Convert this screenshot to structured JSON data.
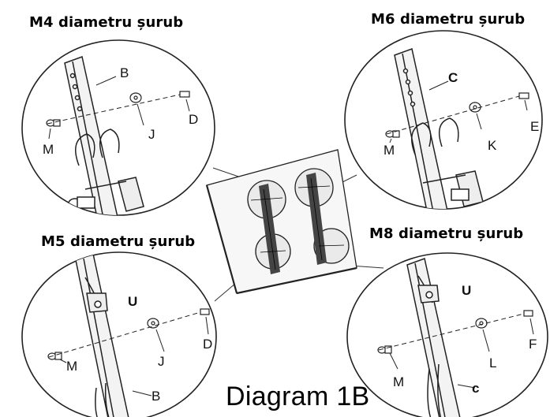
{
  "headings": {
    "m4": "M4 diametru șurub",
    "m6": "M6 diametru șurub",
    "m5": "M5 diametru șurub",
    "m8": "M8 diametru șurub"
  },
  "caption": "Diagram 1B",
  "callouts": {
    "m4": {
      "bracket": "B",
      "washer": "J",
      "screw": "D",
      "spacer": "M"
    },
    "m6": {
      "bracket": "C",
      "washer": "K",
      "screw": "E",
      "spacer": "M"
    },
    "m5": {
      "hook": "U",
      "washer": "J",
      "screw": "D",
      "spacer": "M",
      "bracket": "B"
    },
    "m8": {
      "hook": "U",
      "washer": "L",
      "screw": "F",
      "spacer": "M",
      "bracket": "c"
    }
  }
}
